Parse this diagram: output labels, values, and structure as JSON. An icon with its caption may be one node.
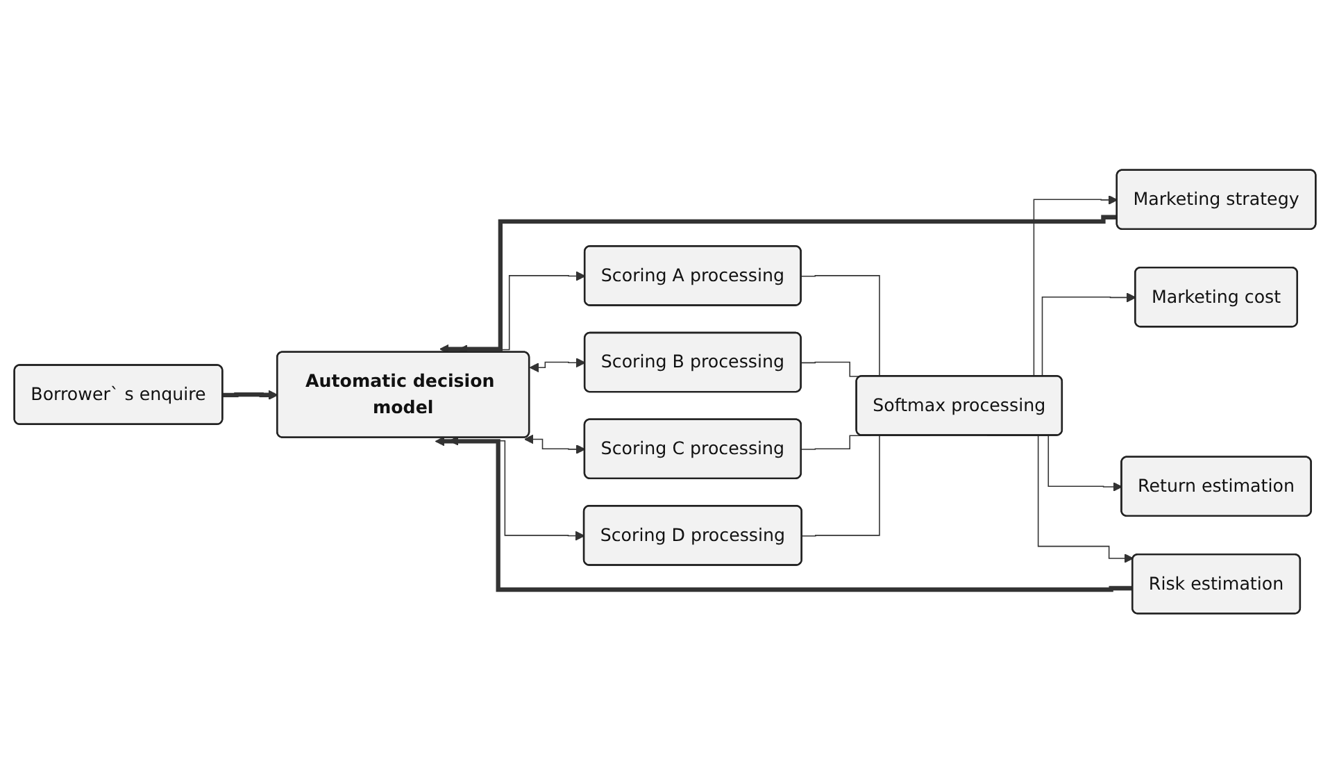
{
  "diagram": {
    "nodes": [
      {
        "text": [
          "Borrower` s enquire"
        ]
      },
      {
        "text": [
          "Automatic decision model"
        ]
      },
      {
        "text": [
          "Scoring A processing"
        ]
      },
      {
        "text": [
          "Scoring B processing"
        ]
      },
      {
        "text": [
          "Scoring C processing"
        ]
      },
      {
        "text": [
          "Scoring D processing"
        ]
      },
      {
        "text": [
          "Softmax processing"
        ]
      },
      {
        "text": [
          "Marketing strategy"
        ]
      },
      {
        "text": [
          "Marketing cost"
        ]
      },
      {
        "text": [
          "Return estimation"
        ]
      },
      {
        "text": [
          "Risk estimation"
        ]
      }
    ],
    "edges": [
      {
        "from": 0,
        "to": 1,
        "arrow": "to",
        "style": "thick"
      },
      {
        "from": 1,
        "to": 2,
        "arrow": "both"
      },
      {
        "from": 1,
        "to": 3,
        "arrow": "both"
      },
      {
        "from": 1,
        "to": 4,
        "arrow": "both"
      },
      {
        "from": 1,
        "to": 5,
        "arrow": "both"
      },
      {
        "from": 2,
        "to": 6,
        "arrow": "none"
      },
      {
        "from": 3,
        "to": 6,
        "arrow": "none"
      },
      {
        "from": 4,
        "to": 6,
        "arrow": "none"
      },
      {
        "from": 5,
        "to": 6,
        "arrow": "none"
      },
      {
        "from": 6,
        "to": 7,
        "arrow": "to"
      },
      {
        "from": 6,
        "to": 8,
        "arrow": "to"
      },
      {
        "from": 6,
        "to": 9,
        "arrow": "to"
      },
      {
        "from": 6,
        "to": 10,
        "arrow": "to"
      },
      {
        "from": 7,
        "to": 1,
        "arrow": "to",
        "style": "thick"
      },
      {
        "from": 10,
        "to": 1,
        "arrow": "to",
        "style": "thick"
      }
    ]
  }
}
